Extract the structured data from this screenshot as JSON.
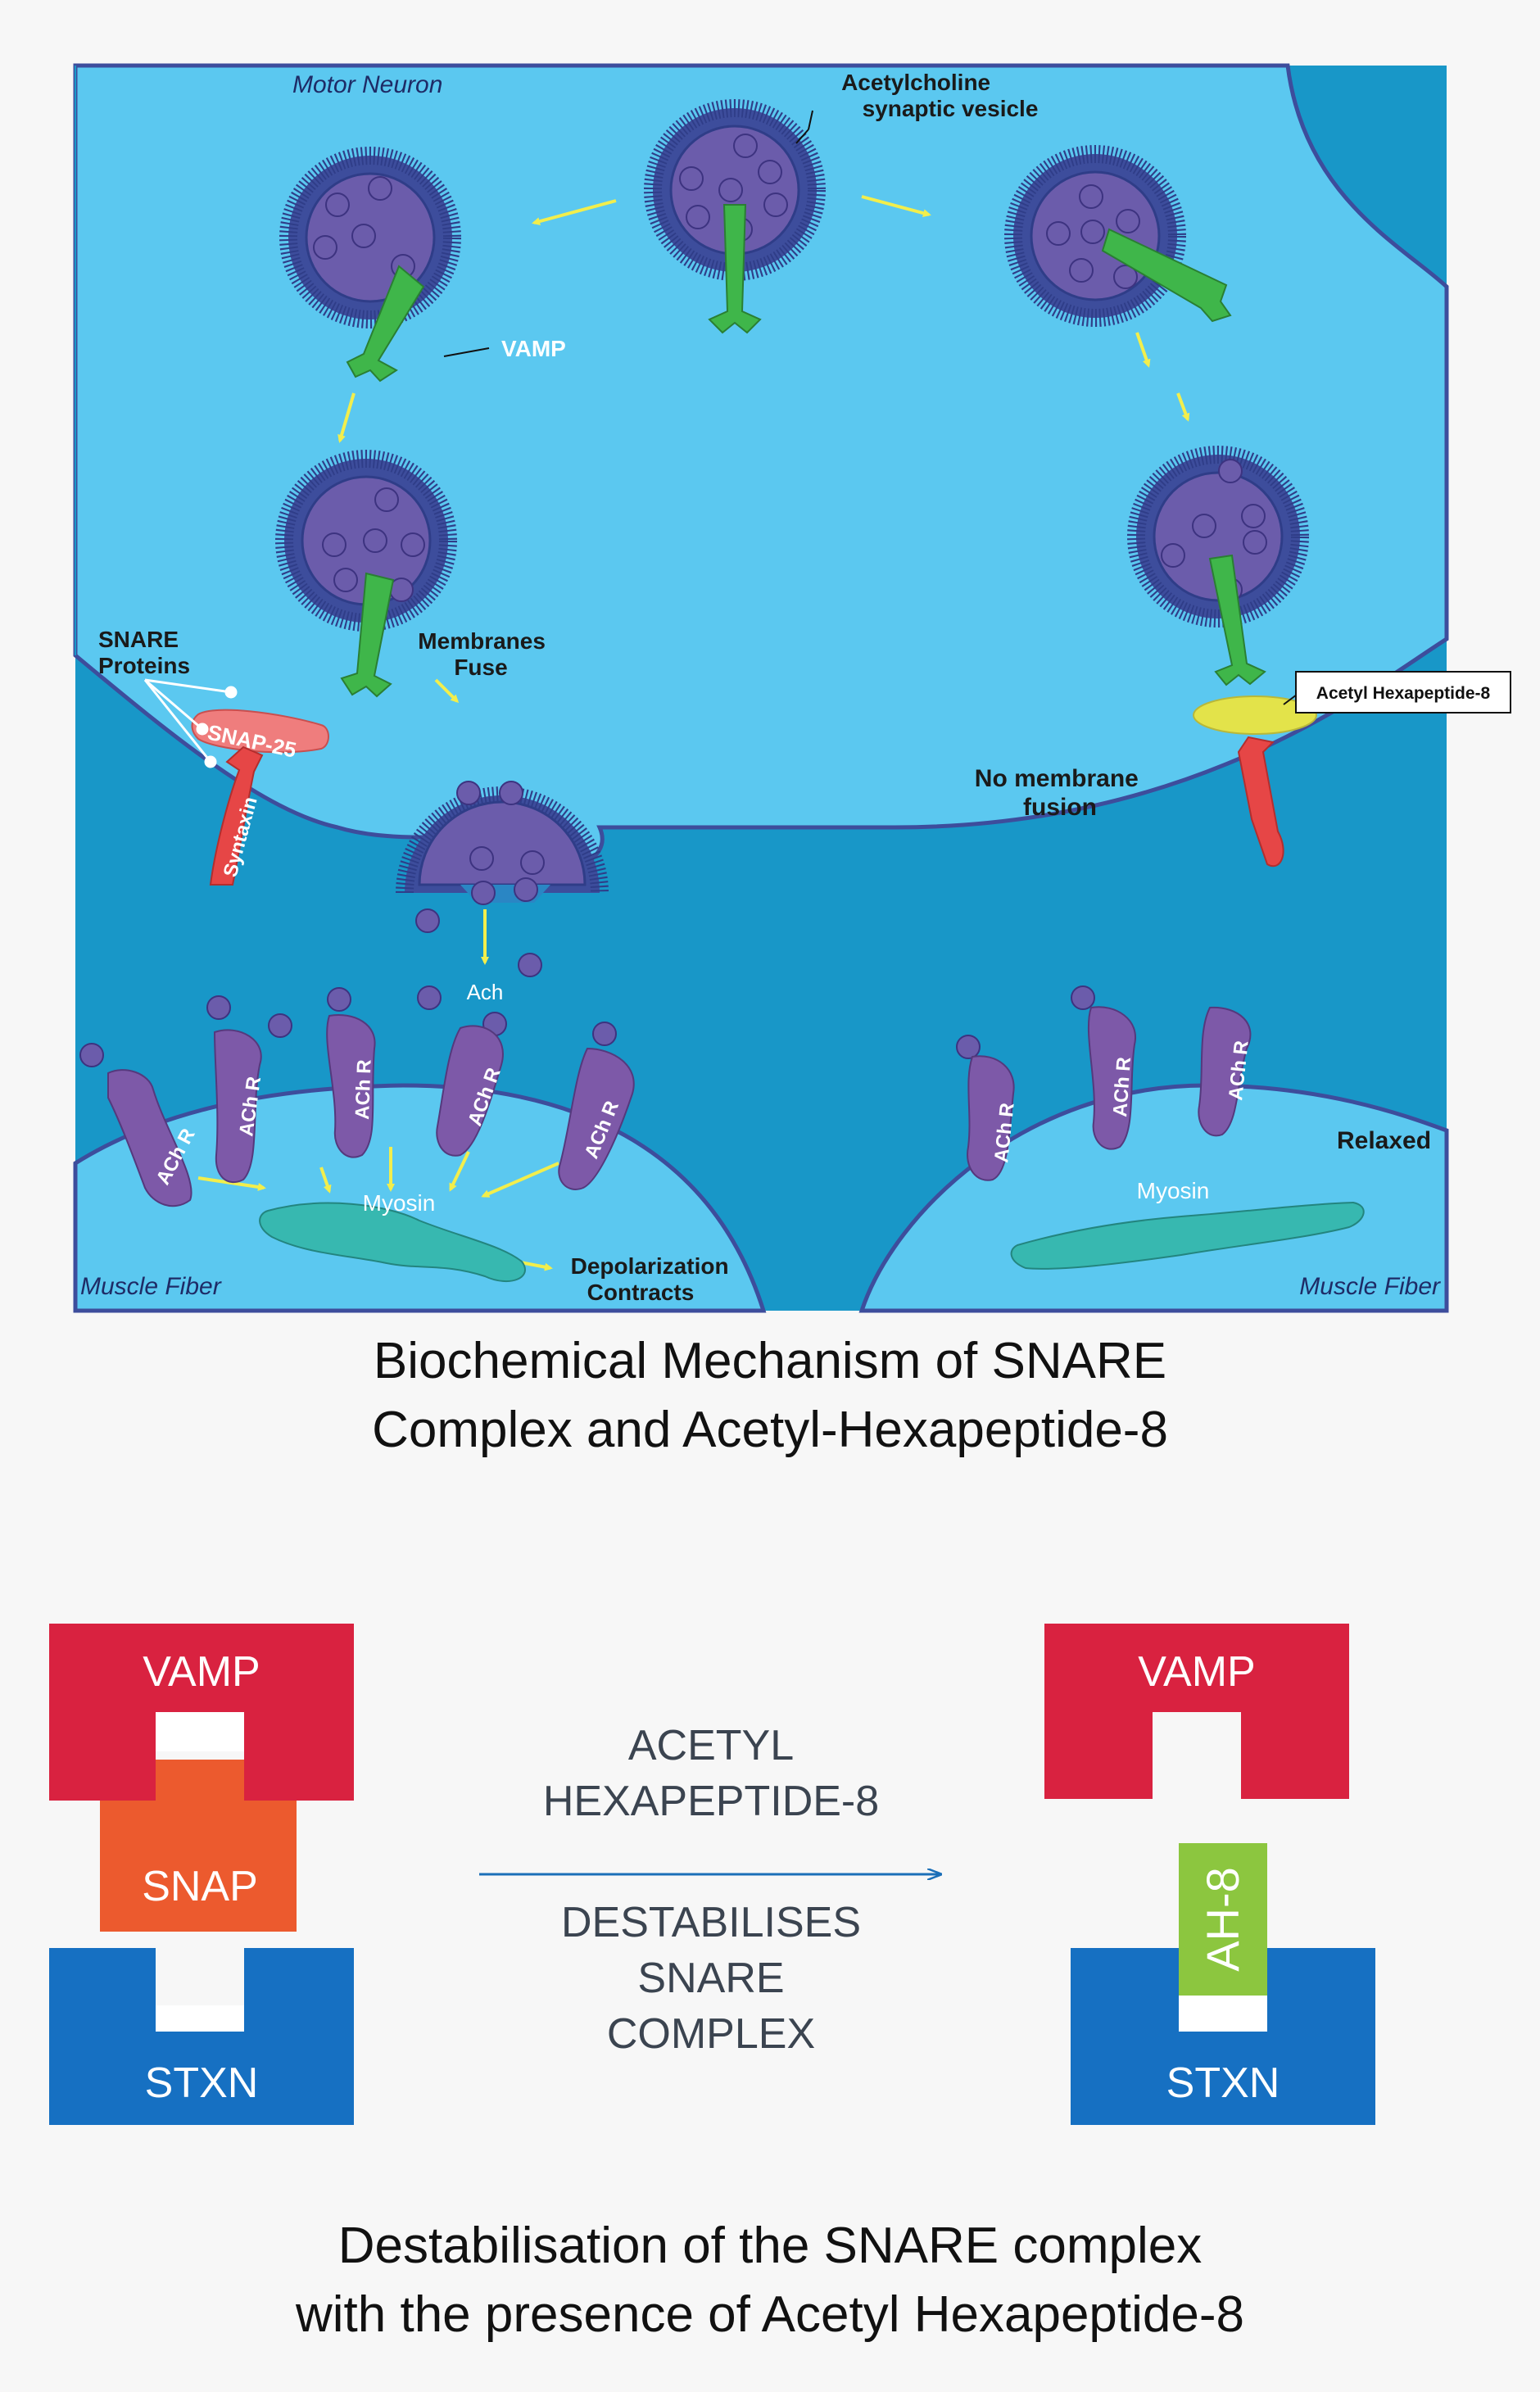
{
  "diagram": {
    "labels": {
      "motor_neuron": "Motor Neuron",
      "vesicle": "Acetylcholine\nsynaptic vesicle",
      "vamp": "VAMP",
      "snare_proteins": "SNARE\nProteins",
      "snap25": "SNAP-25",
      "syntaxin": "Syntaxin",
      "membranes_fuse": "Membranes\nFuse",
      "acetyl_hexapeptide": "Acetyl Hexapeptide-8",
      "no_fusion": "No membrane\nfusion",
      "ach": "Ach",
      "achr": "ACh R",
      "myosin": "Myosin",
      "depolarization": "Depolarization\nContracts",
      "relaxed": "Relaxed",
      "muscle_fiber": "Muscle Fiber"
    },
    "caption": [
      "Biochemical Mechanism of SNARE",
      "Complex and Acetyl-Hexapeptide-8"
    ],
    "colors": {
      "background": "#1897c8",
      "cytoplasm": "#5bc8f0",
      "vesicle": "#6b5cab",
      "vamp": "#3fb64a",
      "snap": "#ef7d7d",
      "syntaxin": "#e64646",
      "inhibitor": "#e3e34a",
      "receptor": "#7d59a8",
      "myosin": "#37b8b0"
    }
  },
  "snare_complex": {
    "left": {
      "vamp": "VAMP",
      "snap": "SNAP",
      "stxn": "STXN"
    },
    "middle": {
      "top": [
        "ACETYL",
        "HEXAPEPTIDE-8"
      ],
      "bottom": [
        "DESTABILISES",
        "SNARE",
        "COMPLEX"
      ]
    },
    "right": {
      "vamp": "VAMP",
      "ah8": "AH-8",
      "stxn": "STXN"
    },
    "colors": {
      "vamp": "#d92240",
      "snap": "#ec5a2e",
      "stxn": "#1670c2",
      "ah8": "#8cc63f",
      "arrow": "#1b6fb8",
      "text": "#3b4450"
    },
    "caption": [
      "Destabilisation of the SNARE complex",
      "with the presence of Acetyl Hexapeptide-8"
    ]
  }
}
